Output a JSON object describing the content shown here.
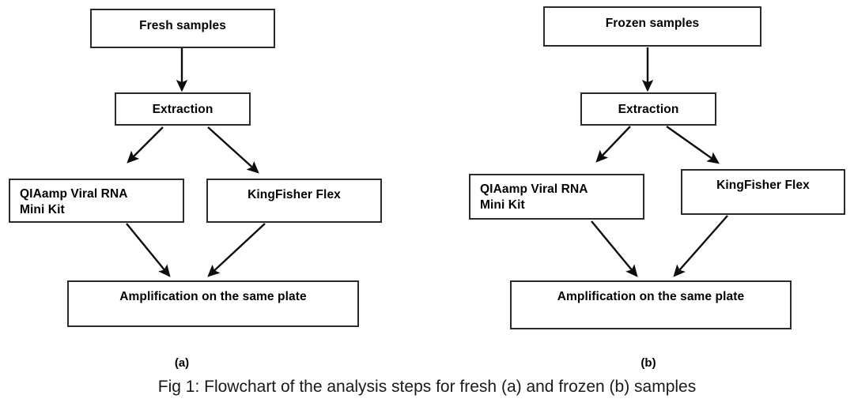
{
  "figure": {
    "caption": "Fig 1: Flowchart of the analysis steps for fresh (a) and frozen (b) samples",
    "background_color": "#ffffff",
    "line_color": "#2b2b2b",
    "text_color": "#000000"
  },
  "panels": [
    {
      "id": "a",
      "label": "(a)",
      "nodes": {
        "source": "Fresh samples",
        "extraction": "Extraction",
        "method_left": "QIAamp Viral RNA\nMini Kit",
        "method_right": "KingFisher Flex",
        "output": "Amplification on the same plate"
      }
    },
    {
      "id": "b",
      "label": "(b)",
      "nodes": {
        "source": "Frozen samples",
        "extraction": "Extraction",
        "method_left": "QIAamp Viral RNA\nMini Kit",
        "method_right": "KingFisher Flex",
        "output": "Amplification on the same plate"
      }
    }
  ],
  "edges": [
    {
      "from": "source",
      "to": "extraction",
      "panel": "a",
      "style": "straight-down"
    },
    {
      "from": "extraction",
      "to": "method_left",
      "panel": "a",
      "style": "diagonal-left"
    },
    {
      "from": "extraction",
      "to": "method_right",
      "panel": "a",
      "style": "diagonal-right"
    },
    {
      "from": "method_left",
      "to": "output",
      "panel": "a",
      "style": "diagonal-right"
    },
    {
      "from": "method_right",
      "to": "output",
      "panel": "a",
      "style": "diagonal-left"
    },
    {
      "from": "source",
      "to": "extraction",
      "panel": "b",
      "style": "straight-down"
    },
    {
      "from": "extraction",
      "to": "method_left",
      "panel": "b",
      "style": "diagonal-left"
    },
    {
      "from": "extraction",
      "to": "method_right",
      "panel": "b",
      "style": "diagonal-right"
    },
    {
      "from": "method_left",
      "to": "output",
      "panel": "b",
      "style": "diagonal-right"
    },
    {
      "from": "method_right",
      "to": "output",
      "panel": "b",
      "style": "diagonal-left"
    }
  ]
}
